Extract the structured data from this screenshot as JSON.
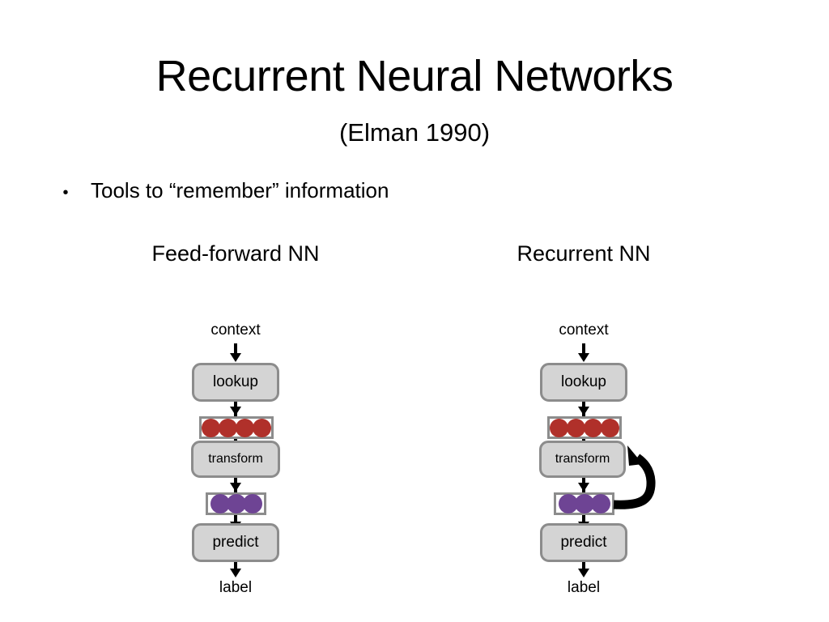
{
  "slide": {
    "title": "Recurrent Neural Networks",
    "subtitle": "(Elman 1990)",
    "bullet_marker": "•",
    "bullet_text": "Tools to “remember” information"
  },
  "colors": {
    "background": "#ffffff",
    "text": "#000000",
    "box_fill": "#d4d4d4",
    "box_border": "#8c8c8c",
    "vector_fill": "#ffffff",
    "vector_border": "#8c8c8c",
    "embedding_dot": "#b0302a",
    "hidden_dot": "#6e4494",
    "arrow": "#000000"
  },
  "diagrams": [
    {
      "heading": "Feed-forward NN",
      "id": "feed-forward",
      "has_recurrent_arrow": false,
      "nodes": {
        "input_label": "context",
        "lookup_box": "lookup",
        "embedding_dots": 4,
        "transform_box": "transform",
        "hidden_dots": 3,
        "predict_box": "predict",
        "output_label": "label"
      }
    },
    {
      "heading": "Recurrent NN",
      "id": "recurrent",
      "has_recurrent_arrow": true,
      "nodes": {
        "input_label": "context",
        "lookup_box": "lookup",
        "embedding_dots": 4,
        "transform_box": "transform",
        "hidden_dots": 3,
        "predict_box": "predict",
        "output_label": "label"
      }
    }
  ]
}
